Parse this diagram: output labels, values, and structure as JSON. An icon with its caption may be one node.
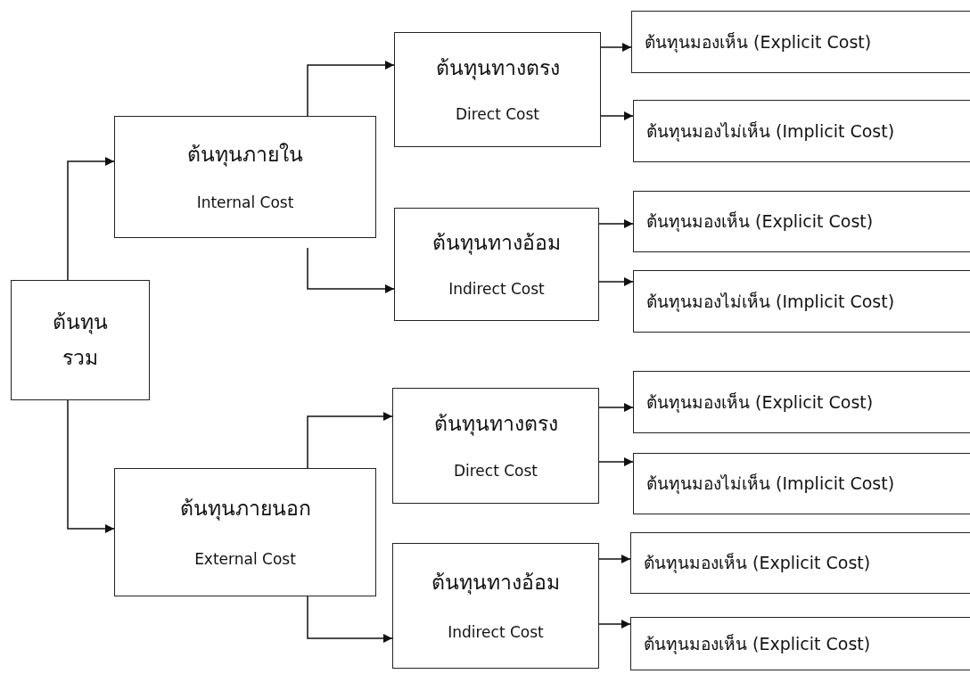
{
  "diagram": {
    "nodes": [
      {
        "text": [
          "ต้นทุนรวม"
        ]
      },
      {
        "text": [
          "ต้นทุนภายใน",
          "Internal Cost"
        ]
      },
      {
        "text": [
          "ต้นทุนทางตรง",
          "Direct Cost"
        ]
      },
      {
        "text": [
          "ต้นทุนมองเห็น (Explicit Cost)"
        ]
      },
      {
        "text": [
          "ต้นทุนมองไม่เห็น (Implicit Cost)"
        ]
      },
      {
        "text": [
          "ต้นทุนทางอ้อม",
          "Indirect Cost"
        ]
      },
      {
        "text": [
          "ต้นทุนมองเห็น (Explicit Cost)"
        ]
      },
      {
        "text": [
          "ต้นทุนมองไม่เห็น (Implicit Cost)"
        ]
      },
      {
        "text": [
          "ต้นทุนภายนอก",
          "External Cost"
        ]
      },
      {
        "text": [
          "ต้นทุนทางตรง",
          "Direct Cost"
        ]
      },
      {
        "text": [
          "ต้นทุนมองเห็น (Explicit Cost)"
        ]
      },
      {
        "text": [
          "ต้นทุนมองไม่เห็น (Implicit Cost)"
        ]
      },
      {
        "text": [
          "ต้นทุนทางอ้อม",
          "Indirect Cost"
        ]
      },
      {
        "text": [
          "ต้นทุนมองเห็น (Explicit Cost)"
        ]
      },
      {
        "text": [
          "ต้นทุนมองเห็น (Explicit Cost)"
        ]
      }
    ],
    "edges": [
      {
        "from": 0,
        "to": 1,
        "arrow": "to"
      },
      {
        "from": 0,
        "to": 8,
        "arrow": "to"
      },
      {
        "from": 1,
        "to": 2,
        "arrow": "to"
      },
      {
        "from": 1,
        "to": 5,
        "arrow": "to"
      },
      {
        "from": 2,
        "to": 3,
        "arrow": "to"
      },
      {
        "from": 2,
        "to": 4,
        "arrow": "to"
      },
      {
        "from": 5,
        "to": 6,
        "arrow": "to"
      },
      {
        "from": 5,
        "to": 7,
        "arrow": "to"
      },
      {
        "from": 8,
        "to": 9,
        "arrow": "to"
      },
      {
        "from": 8,
        "to": 12,
        "arrow": "to"
      },
      {
        "from": 9,
        "to": 10,
        "arrow": "to"
      },
      {
        "from": 9,
        "to": 11,
        "arrow": "to"
      },
      {
        "from": 12,
        "to": 13,
        "arrow": "to"
      },
      {
        "from": 12,
        "to": 14,
        "arrow": "to"
      }
    ]
  }
}
